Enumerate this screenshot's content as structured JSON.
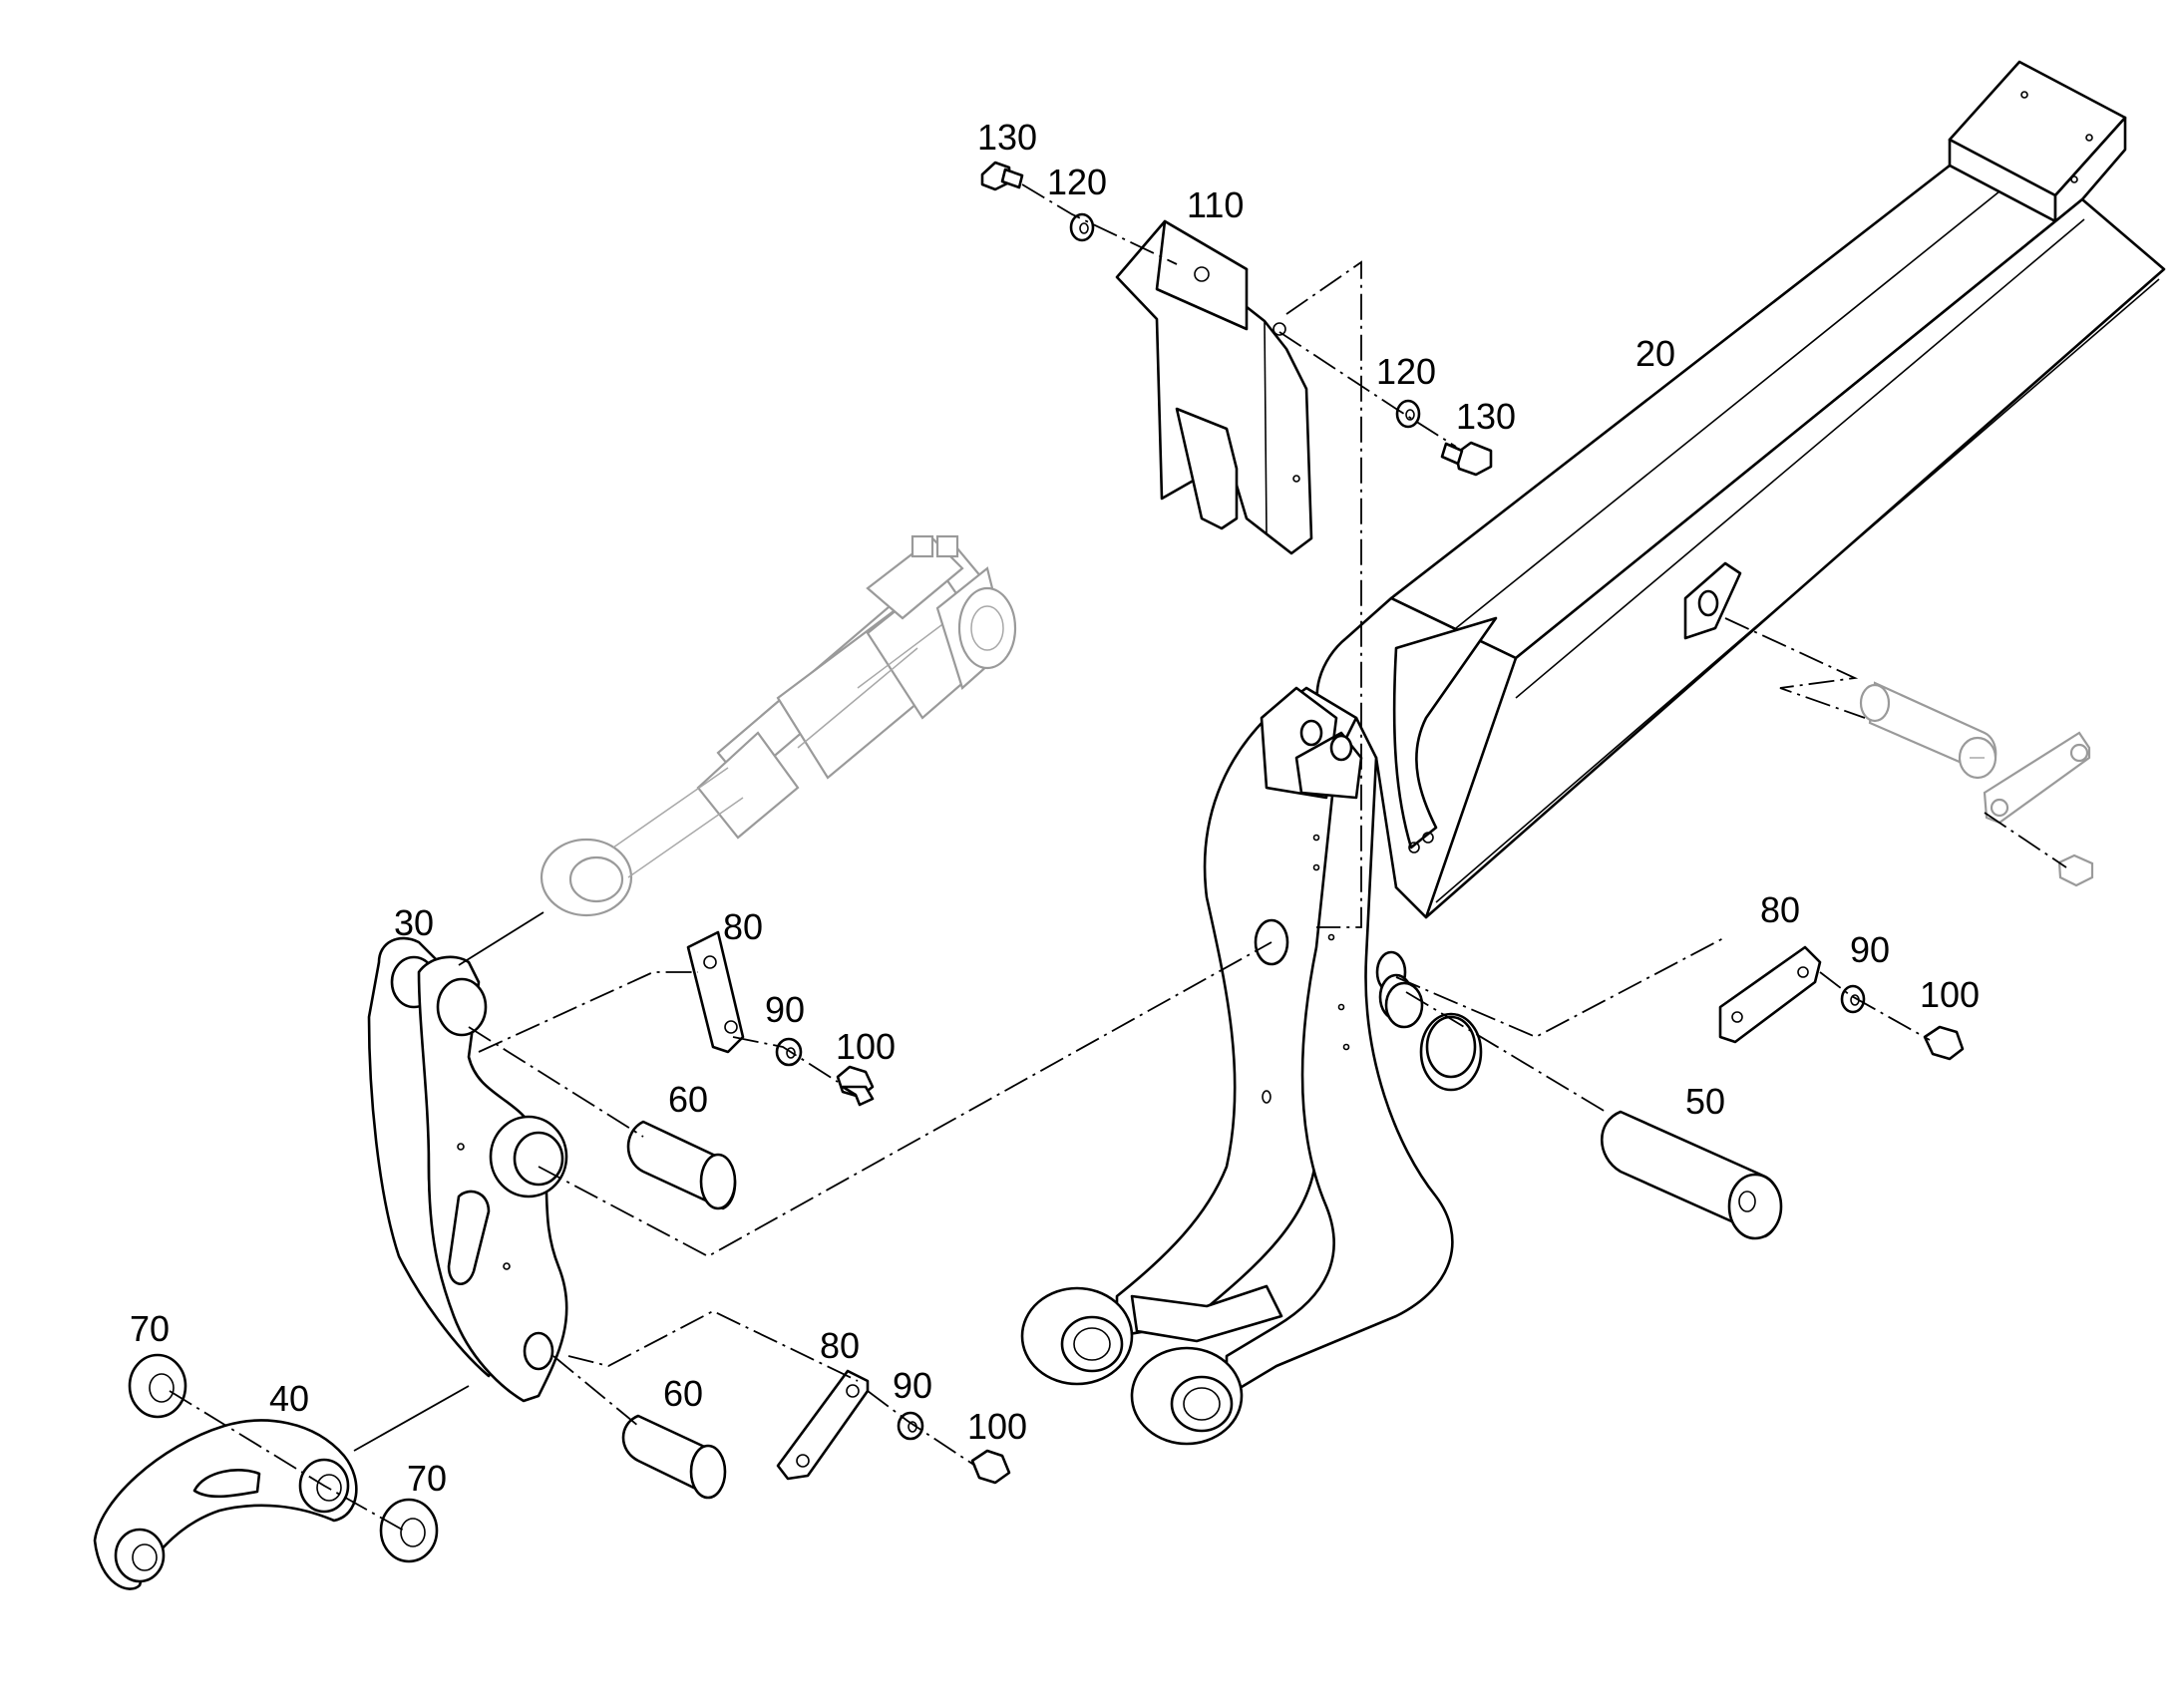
{
  "diagram": {
    "callouts": [
      {
        "id": "c130a",
        "label": "130"
      },
      {
        "id": "c120a",
        "label": "120"
      },
      {
        "id": "c110",
        "label": "110"
      },
      {
        "id": "c120b",
        "label": "120"
      },
      {
        "id": "c130b",
        "label": "130"
      },
      {
        "id": "c20",
        "label": "20"
      },
      {
        "id": "c30",
        "label": "30"
      },
      {
        "id": "c80a",
        "label": "80"
      },
      {
        "id": "c90a",
        "label": "90"
      },
      {
        "id": "c100a",
        "label": "100"
      },
      {
        "id": "c60a",
        "label": "60"
      },
      {
        "id": "c80b",
        "label": "80"
      },
      {
        "id": "c90b",
        "label": "90"
      },
      {
        "id": "c100b",
        "label": "100"
      },
      {
        "id": "c50",
        "label": "50"
      },
      {
        "id": "c70a",
        "label": "70"
      },
      {
        "id": "c40",
        "label": "40"
      },
      {
        "id": "c70b",
        "label": "70"
      },
      {
        "id": "c60b",
        "label": "60"
      },
      {
        "id": "c80c",
        "label": "80"
      },
      {
        "id": "c90c",
        "label": "90"
      },
      {
        "id": "c100c",
        "label": "100"
      }
    ]
  }
}
